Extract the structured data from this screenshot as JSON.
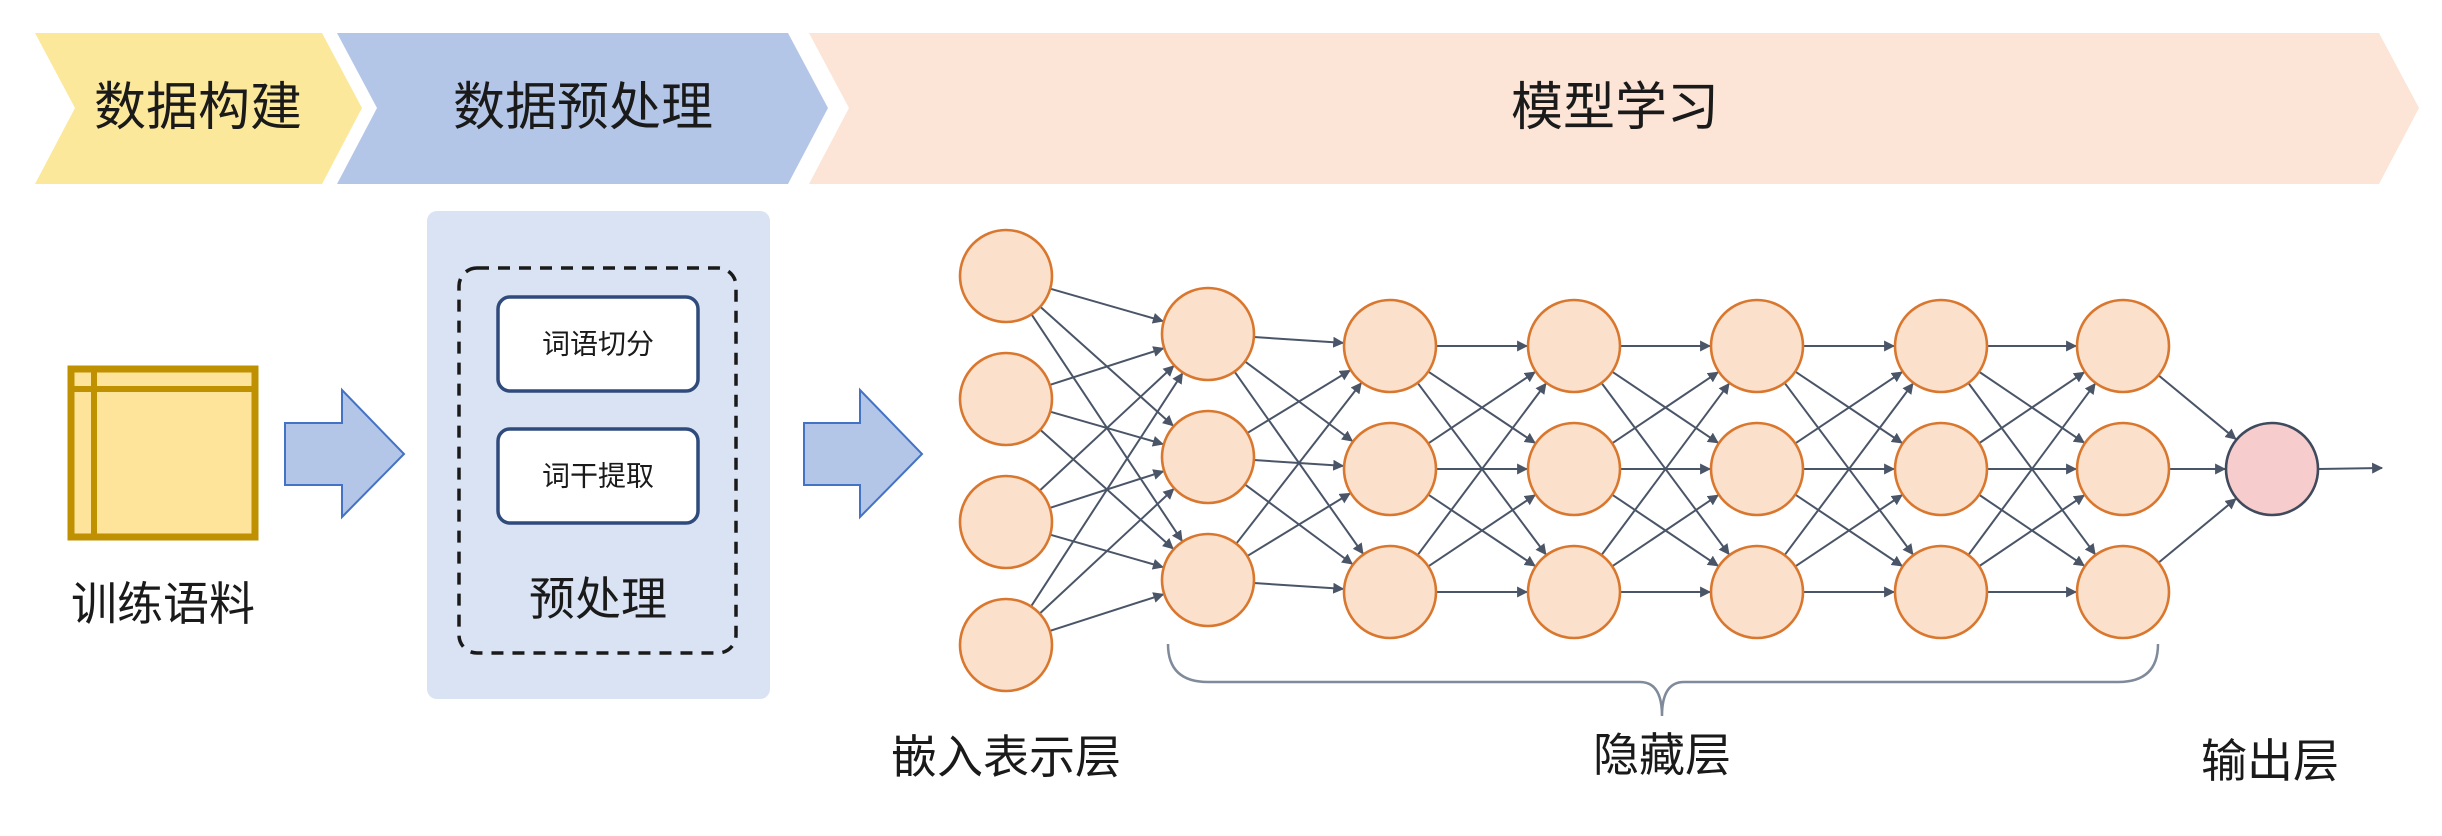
{
  "stages": [
    {
      "label": "数据构建",
      "color": "#fce89a"
    },
    {
      "label": "数据预处理",
      "color": "#b4c6e7"
    },
    {
      "label": "模型学习",
      "color": "#fce4d6"
    }
  ],
  "corpus": {
    "label": "训练语料"
  },
  "preprocess": {
    "steps": [
      "词语切分",
      "词干提取"
    ],
    "label": "预处理"
  },
  "network": {
    "embedding_label": "嵌入表示层",
    "hidden_label": "隐藏层",
    "output_label": "输出层",
    "embedding_nodes": 4,
    "hidden_layers": 6,
    "hidden_nodes_per_layer": 3,
    "output_nodes": 1
  },
  "colors": {
    "node_fill": "#fbe0cc",
    "node_stroke": "#d9772e",
    "output_fill": "#f6cccc",
    "arrow_fill": "#b4c6e7",
    "arrow_stroke": "#4472c4",
    "panel_fill": "#dae3f3",
    "corpus_fill": "#fde49a",
    "corpus_stroke": "#bf9000"
  }
}
